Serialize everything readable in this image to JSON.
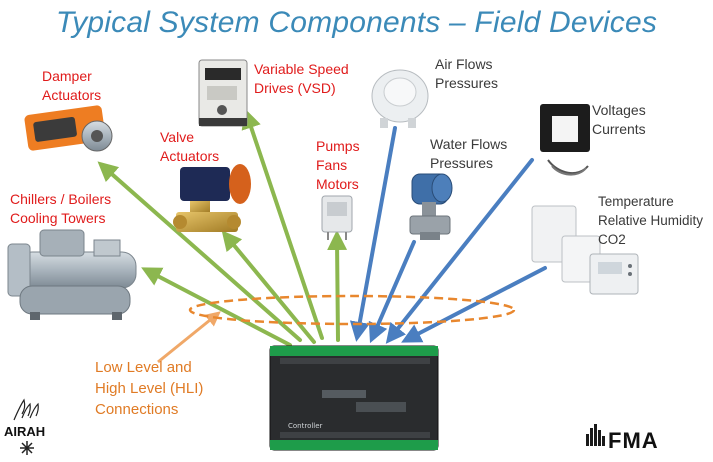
{
  "title": "Typical System Components – Field Devices",
  "labels": {
    "damper": [
      "Damper",
      "Actuators"
    ],
    "vsd": [
      "Variable Speed",
      "Drives (VSD)"
    ],
    "valve": [
      "Valve",
      "Actuators"
    ],
    "pumps": [
      "Pumps",
      "Fans",
      "Motors"
    ],
    "chillers": [
      "Chillers / Boilers",
      "Cooling Towers"
    ],
    "air": [
      "Air Flows",
      "Pressures"
    ],
    "water": [
      "Water Flows",
      "Pressures"
    ],
    "voltages": [
      "Voltages",
      "Currents"
    ],
    "temperature": [
      "Temperature",
      "Relative Humidity",
      "CO2"
    ],
    "hli": [
      "Low Level and",
      "High Level (HLI)",
      "Connections"
    ]
  },
  "logos": {
    "airah": "AIRAH",
    "fma": "FMA"
  },
  "colors": {
    "title": "#3b8ab8",
    "output_arrow": "#8cb74f",
    "input_arrow": "#4a7ec0",
    "hli_arrow": "#f0a868",
    "ellipse": "#e8872e",
    "red_label": "#e01b1b"
  }
}
